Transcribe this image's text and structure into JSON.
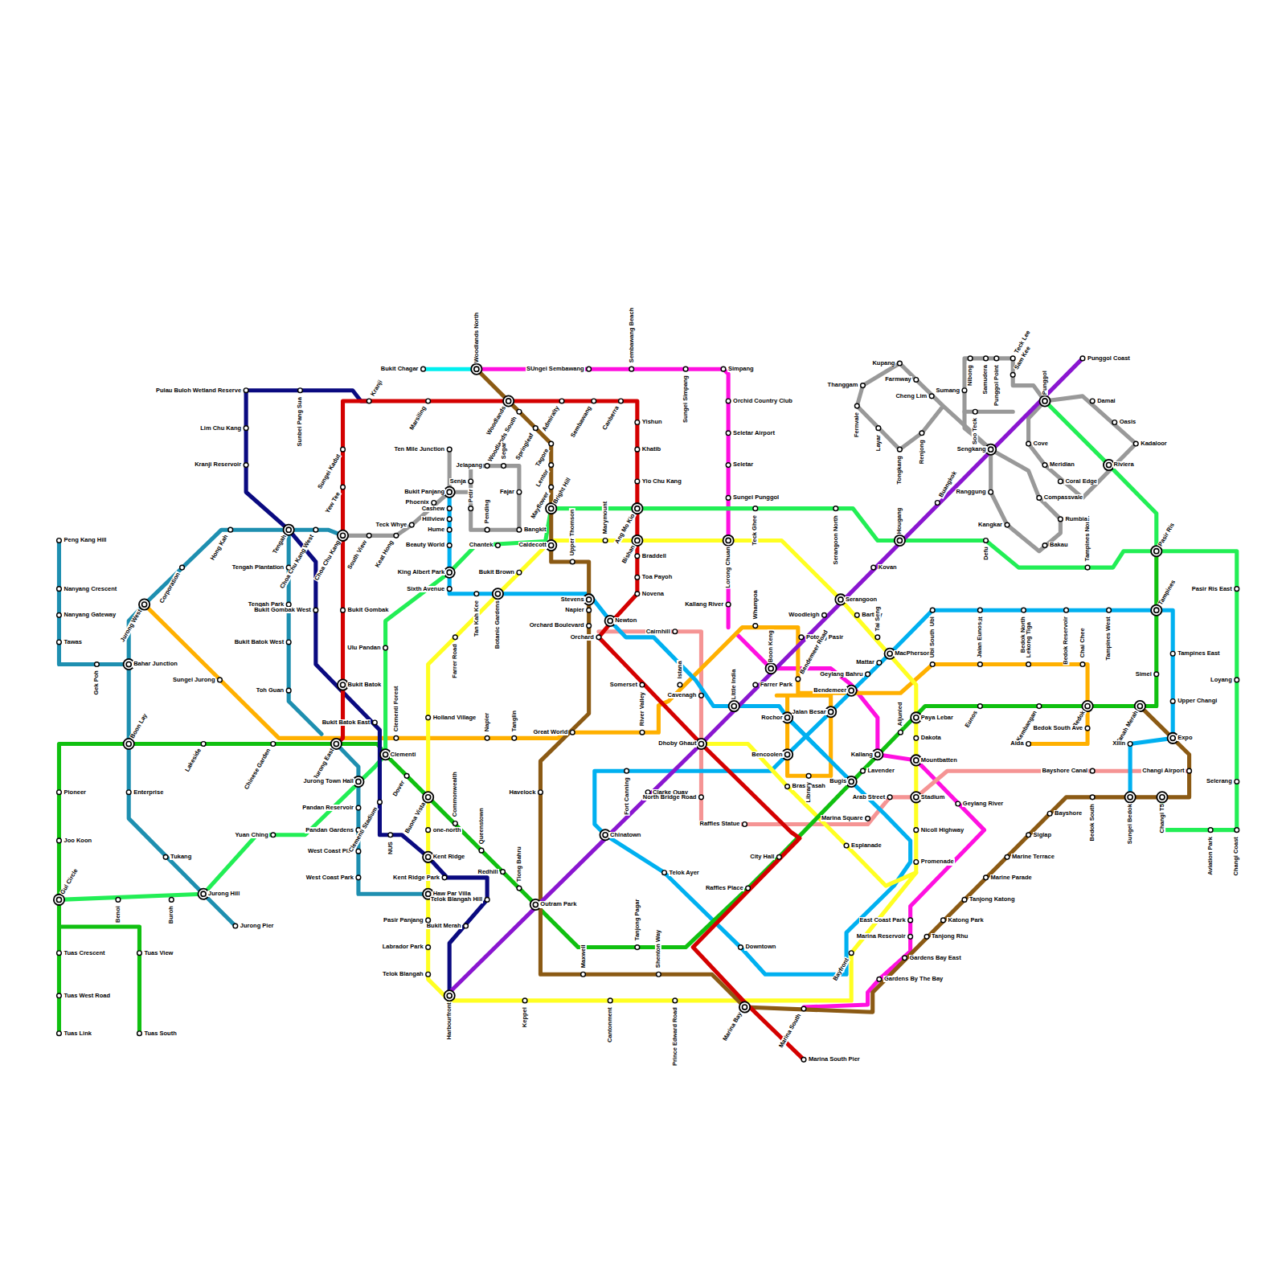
{
  "diagram": {
    "labels": [
      "Bukit Chagar",
      "Woodlands North",
      "SUngei Sembawang",
      "Sembawang Beach",
      "Sungei Simpang",
      "Simpang",
      "Orchid Country Club",
      "Seletar Airport",
      "Seletar",
      "Sungei Punggol",
      "Lorong Chuan",
      "Kallang River",
      "Whampoa",
      "Boon Keng",
      "Farrer Park",
      "Potong Pasir",
      "Bendemeer Road",
      "Woodleigh",
      "Serangoon",
      "Bartley",
      "Tai Seng",
      "MacPherson",
      "Mattar",
      "Geylang Bahru",
      "Bendemeer",
      "Kovan",
      "Hougang",
      "Buangkok",
      "Sengkang",
      "Punggol",
      "Punggol Coast",
      "Marina South Pier",
      "Marina Bay",
      "Raffles Place",
      "City Hall",
      "Dhoby Ghaut",
      "Somerset",
      "Orchard",
      "Newton",
      "Novena",
      "Toa Payoh",
      "Braddell",
      "Bishan",
      "Ang Mo Kio",
      "Yio Chu Kang",
      "Khatib",
      "Yishun",
      "Canberra",
      "Sembawang",
      "Admiralty",
      "Woodlands",
      "Marsiling",
      "Kranji",
      "Sungei Kadut",
      "Yew Tee",
      "Choa Chu Kang",
      "Bukit Gombak",
      "Bukit Batok",
      "Bukit Batok East",
      "Jurong East",
      "Pasir Ris",
      "Tampines",
      "Simei",
      "Tanah Merah",
      "Bedok",
      "Kembangan",
      "Eunos",
      "Paya Lebar",
      "Aljunied",
      "Lavender",
      "Bugis",
      "Tanjong Pagar",
      "Outram Park",
      "Tiong Bahru",
      "Redhill",
      "Queenstown",
      "Commonwealth",
      "Buona Vista",
      "Dover",
      "Clementi",
      "Chinese Garden",
      "Lakeside",
      "Boon Lay",
      "Pioneer",
      "Joo Koon",
      "Gul Circle",
      "Tuas Crescent",
      "Tuas West Road",
      "Tuas Link",
      "Tuas View",
      "Tuas South",
      "Aviation Park",
      "Changi T5",
      "Changi Coast",
      "Selerang",
      "Loyang",
      "Pasir Ris East",
      "Tampines North",
      "Defu",
      "Serangoon North",
      "Teck Ghee",
      "Bright Hill",
      "Chantek",
      "King Albert Park",
      "Ulu Pandan",
      "Clementi Forest",
      "Jurong Town Hall",
      "Yuan Ching",
      "Jurong Hill",
      "Buroh",
      "Benoi",
      "Riviera",
      "Peng Kang Hill",
      "Nanyang Crescent",
      "Nanyang Gateway",
      "Tawas",
      "Gek Poh",
      "Bahar Junction",
      "Jurong West",
      "Corporation",
      "Hong Kah",
      "Tengah",
      "Choa Chu Kang West",
      "Tengah Plantation",
      "Tengah Park",
      "Bukit Batok West",
      "Toh Guan",
      "Enterprise",
      "Tukang",
      "Jurong Pier",
      "Pandan Reservoir",
      "Pandan Gardens",
      "West Coast Pier",
      "West Coast Park",
      "Haw Par Villa",
      "Telok Blangah Hill",
      "Pulau Buloh Wetland Reserve",
      "Sunbei Pang Sua",
      "Lim Chu Kang",
      "Kranji Reservoir",
      "Bukit Gombak West",
      "Clementi Stadium",
      "NUS",
      "Kent Ridge",
      "Kent Ridge Park",
      "Bukit Merah",
      "Harbourfront",
      "Telok Blangah",
      "Labrador Park",
      "Pasir Panjang",
      "one-north",
      "Holland Village",
      "Farrer Road",
      "Bukit Brown",
      "Caldecott",
      "Upper Thomson",
      "Marymount",
      "Dakota",
      "Mountbatten",
      "Stadium",
      "Nicoll Highway",
      "Promenade",
      "Esplanade",
      "Bras Basah",
      "Bayfront",
      "Keppel",
      "Cantonment",
      "Prince Edward Road",
      "Chinatown",
      "Clarke Quay",
      "Little India",
      "Woodlands South",
      "Springleaf",
      "Tagore",
      "Lentor",
      "Mayflower",
      "Stevens",
      "Napier",
      "Orchard Boulevard",
      "Great World",
      "Havelock",
      "Maxwell",
      "Shenton Way",
      "Gardens By The Bay",
      "Tanjong Rhu",
      "Katong Park",
      "Tanjong Katong",
      "Marine Parade",
      "Marine Terrace",
      "Siglap",
      "Bayshore",
      "Bedok South",
      "Sungei Bedok",
      "Expo",
      "Changi Airport",
      "Bukit Panjang",
      "Cashew",
      "Hillview",
      "Hume",
      "Beauty World",
      "Sixth Avenue",
      "Tan Kah Kee",
      "Botanic Gardens",
      "Rochor",
      "Bencoolen",
      "Jalan Besar",
      "Library",
      "Fort Canning",
      "Telok Ayer",
      "Downtown",
      "Ubi",
      "Kaki Bukit",
      "Bedok North",
      "Bedok Reservoir",
      "Tampines West",
      "Tampines East",
      "Upper Changi",
      "Xilin",
      "Sungei Jurong",
      "Napier",
      "Tanglin",
      "River Valley",
      "Ubi South",
      "Jalan Eunos",
      "Lekong Tiga",
      "Chai Chee",
      "Bedok South Ave",
      "Aida",
      "Cairnhill",
      "Istana",
      "Cavenagh",
      "North Bridge Road",
      "Raffles Statue",
      "Marina Square",
      "Arab Street",
      "Bayshore Canal",
      "Geylang River",
      "Kallang",
      "East Coast Park",
      "Marina Reservoir",
      "Gardens Bay East",
      "Marina South",
      "Ten Mile Junction",
      "Senja",
      "Phoenix",
      "Teck Whye",
      "Keat Hong",
      "South View",
      "Jelapang",
      "Segar",
      "Fajar",
      "Bangkit",
      "Pending",
      "Petir",
      "Kupang",
      "Farmway",
      "Cheng Lim",
      "Thanggam",
      "Fernvale",
      "Layar",
      "Tongkang",
      "Renjong",
      "Sumang",
      "Soo Teck",
      "Nibong",
      "Samudera",
      "Punggol Point",
      "Teck Lee",
      "Sam Kee",
      "Cove",
      "Meridian",
      "Coral Edge",
      "Compassvale",
      "Rumbia",
      "Bakau",
      "Kangkar",
      "Ranggung",
      "Damai",
      "Oasis",
      "Kadaloor"
    ]
  }
}
